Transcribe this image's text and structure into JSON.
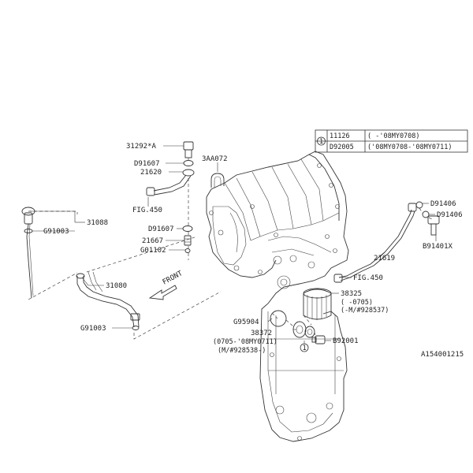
{
  "table": {
    "ref": "1",
    "rows": [
      {
        "part": "11126",
        "range": "(          -'08MY0708)"
      },
      {
        "part": "D92005",
        "range": "('08MY0708-'08MY0711)"
      }
    ]
  },
  "labels": {
    "p31292": "31292*A",
    "d91607_top": "D91607",
    "p21620": "21620",
    "fig450_left": "FIG.450",
    "p3aa072": "3AA072",
    "p31088": "31088",
    "g91003_top": "G91003",
    "d91607_mid": "D91607",
    "p21667": "21667",
    "g01102": "G01102",
    "p31080": "31080",
    "front": "FRONT",
    "g91003_bot": "G91003",
    "d91406_a": "D91406",
    "d91406_b": "D91406",
    "b91401x": "B91401X",
    "p21619": "21619",
    "fig450_right": "FIG.450",
    "p38325": "38325",
    "p38325_r1": "(    -0705)",
    "p38325_r2": "(-M/#928537)",
    "g95904": "G95904",
    "p38372": "38372",
    "p38372_r1": "(0705-'08MY0711)",
    "p38372_r2": "(M/#928538-)",
    "ref_circle": "1",
    "b92001": "B92001",
    "diagram_code": "A154001215"
  }
}
